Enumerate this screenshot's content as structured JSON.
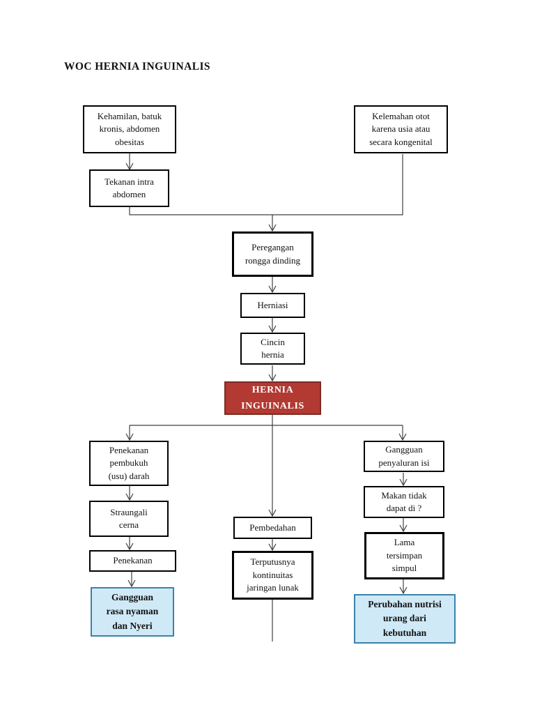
{
  "title": "WOC HERNIA INGUINALIS",
  "colors": {
    "red_fill": "#b23a32",
    "red_border": "#7e2a23",
    "blue_fill": "#cfe9f6",
    "blue_border": "#3b82a8",
    "box_border": "#000000",
    "connector": "#3f3f3f"
  },
  "nodes": {
    "kehamilan": {
      "label": "Kehamilan, batuk\nkronis, abdomen\nobesitas"
    },
    "kelemahan": {
      "label": "Kelemahan otot\nkarena usia atau\nsecara kongenital"
    },
    "tekanan_intra": {
      "label": "Tekanan intra\nabdomen"
    },
    "peregangan": {
      "label": "Peregangan\nrongga dinding"
    },
    "herniasi": {
      "label": "Herniasi"
    },
    "cincin_hernia": {
      "label": "Cincin\nhernia"
    },
    "hernia_inguinalis": {
      "label": "HERNIA\nINGUINALIS"
    },
    "penekanan_pembukuh": {
      "label": "Penekanan\npembukuh\n(usu) darah"
    },
    "straungali_cerna": {
      "label": "Straungali\ncerna"
    },
    "penekanan": {
      "label": "Penekanan"
    },
    "gangguan_rasa_nyaman": {
      "label": "Gangguan\nrasa nyaman\ndan Nyeri"
    },
    "pembedahan": {
      "label": "Pembedahan"
    },
    "terputusnya_kontinuitas": {
      "label": "Terputusnya\nkontinuitas\njaringan lunak"
    },
    "gangguan_penyaluran": {
      "label": "Gangguan\npenyaluran isi"
    },
    "makan_tidak_dapat": {
      "label": "Makan tidak\ndapat di ?"
    },
    "lama_tersimpan": {
      "label": "Lama\ntersimpan\nsimpul"
    },
    "perubahan_nutrisi": {
      "label": "Perubahan nutrisi\nurang dari\nkebutuhan"
    }
  }
}
